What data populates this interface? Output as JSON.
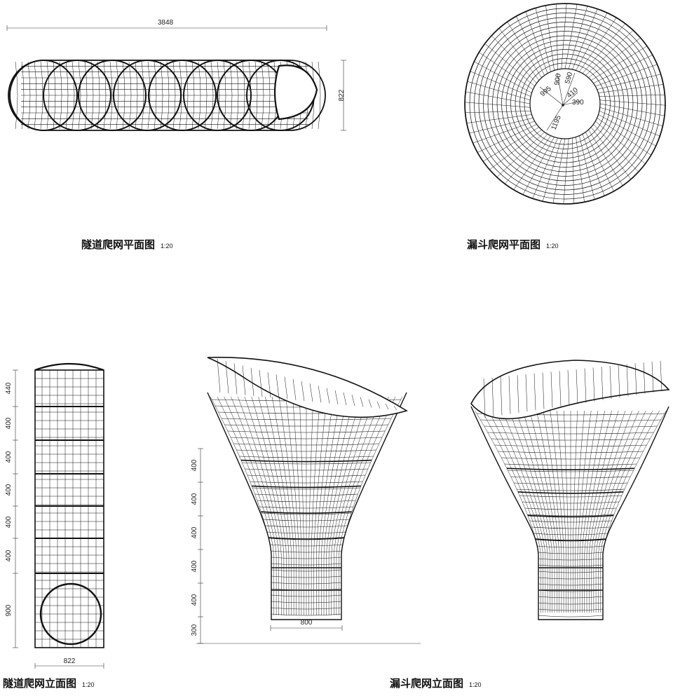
{
  "captions": {
    "tunnel_plan": {
      "title": "隧道爬网平面图",
      "scale": "1:20"
    },
    "funnel_plan": {
      "title": "漏斗爬网平面图",
      "scale": "1:20"
    },
    "tunnel_elev": {
      "title": "隧道爬网立面图",
      "scale": "1:20"
    },
    "funnel_elev": {
      "title": "漏斗爬网立面图",
      "scale": "1:20"
    }
  },
  "dimensions": {
    "tunnel_plan_length": "3848",
    "tunnel_plan_height": "822",
    "funnel_plan_labels": [
      "995",
      "900",
      "590",
      "410",
      "390",
      "1195"
    ],
    "tunnel_elev_heights": [
      "440",
      "400",
      "400",
      "400",
      "400",
      "400",
      "900"
    ],
    "tunnel_elev_width": "822",
    "funnel_elev_heights": [
      "400",
      "400",
      "400",
      "400",
      "400",
      "300"
    ],
    "funnel_elev_width": "800"
  }
}
